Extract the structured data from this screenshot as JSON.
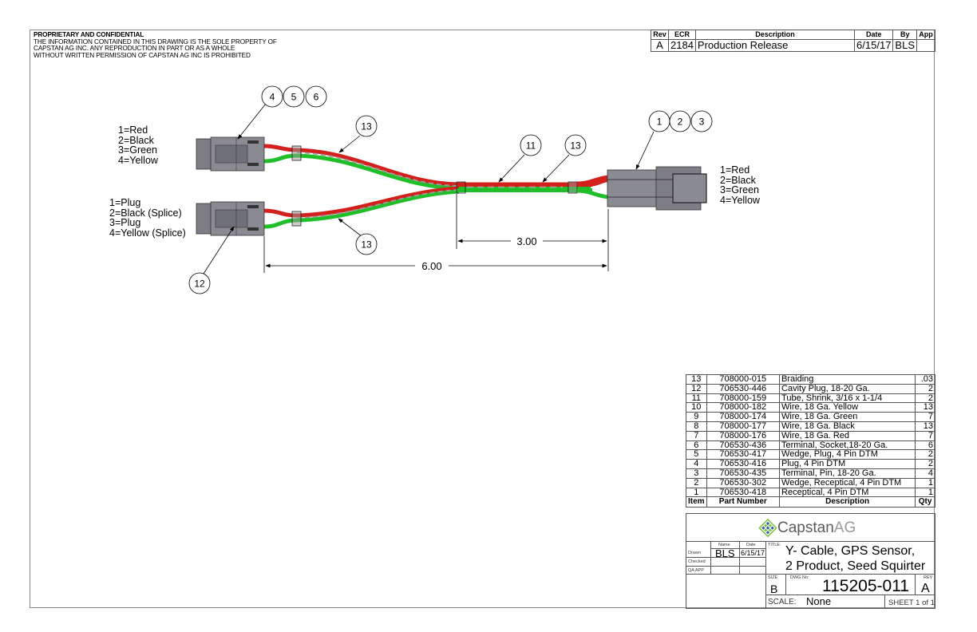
{
  "confidentiality": {
    "heading": "PROPRIETARY AND CONFIDENTIAL",
    "lines": [
      "THE INFORMATION CONTAINED IN THIS DRAWING IS THE SOLE PROPERTY OF",
      "CAPSTAN AG INC. ANY REPRODUCTION IN PART OR AS A WHOLE",
      "WITHOUT WRITTEN PERMISSION OF CAPSTAN AG INC IS PROHIBITED"
    ]
  },
  "revision_table": {
    "headers": [
      "Rev",
      "ECR",
      "Description",
      "Date",
      "By",
      "App"
    ],
    "rows": [
      {
        "rev": "A",
        "ecr": "2184",
        "description": "Production Release",
        "date": "6/15/17",
        "by": "BLS",
        "app": ""
      }
    ]
  },
  "drawing": {
    "left_top_pinout": [
      "1=Red",
      "2=Black",
      "3=Green",
      "4=Yellow"
    ],
    "left_bottom_pinout": [
      "1=Plug",
      "2=Black (Splice)",
      "3=Plug",
      "4=Yellow (Splice)"
    ],
    "right_pinout": [
      "1=Red",
      "2=Black",
      "3=Green",
      "4=Yellow"
    ],
    "balloons": {
      "top_left_group": [
        "4",
        "5",
        "6"
      ],
      "right_group": [
        "1",
        "2",
        "3"
      ],
      "braid_top": "13",
      "braid_bottom": "13",
      "tube": "11",
      "braid_main": "13",
      "cavity_plug": "12"
    },
    "dimensions": {
      "short": "3.00",
      "long": "6.00"
    },
    "colors": {
      "red_wire": "#d4201c",
      "green_wire": "#1fbf2a",
      "connector": "#7d7d85",
      "connector_dark": "#55555c"
    }
  },
  "bom": {
    "headers": [
      "Item",
      "Part Number",
      "Description",
      "Qty"
    ],
    "rows": [
      {
        "item": "13",
        "part": "708000-015",
        "desc": "Braiding",
        "qty": ".03"
      },
      {
        "item": "12",
        "part": "706530-446",
        "desc": "Cavity Plug, 18-20 Ga.",
        "qty": "2"
      },
      {
        "item": "11",
        "part": "708000-159",
        "desc": "Tube, Shrink, 3/16 x 1-1/4",
        "qty": "2"
      },
      {
        "item": "10",
        "part": "708000-182",
        "desc": "Wire, 18 Ga. Yellow",
        "qty": "13"
      },
      {
        "item": "9",
        "part": "708000-174",
        "desc": "Wire, 18 Ga. Green",
        "qty": "7"
      },
      {
        "item": "8",
        "part": "708000-177",
        "desc": "Wire, 18 Ga. Black",
        "qty": "13"
      },
      {
        "item": "7",
        "part": "708000-176",
        "desc": "Wire, 18 Ga. Red",
        "qty": "7"
      },
      {
        "item": "6",
        "part": "706530-436",
        "desc": "Terminal, Socket,18-20 Ga.",
        "qty": "6"
      },
      {
        "item": "5",
        "part": "706530-417",
        "desc": "Wedge, Plug, 4 Pin DTM",
        "qty": "2"
      },
      {
        "item": "4",
        "part": "706530-416",
        "desc": "Plug, 4 Pin DTM",
        "qty": "2"
      },
      {
        "item": "3",
        "part": "706530-435",
        "desc": "Terminal, Pin, 18-20 Ga.",
        "qty": "4"
      },
      {
        "item": "2",
        "part": "706530-302",
        "desc": "Wedge, Receptical, 4 Pin DTM",
        "qty": "1"
      },
      {
        "item": "1",
        "part": "706530-418",
        "desc": "Receptical, 4 Pin DTM",
        "qty": "1"
      }
    ]
  },
  "title_block": {
    "logo": {
      "name_main": "Capstan",
      "name_suffix": "AG",
      "colors": {
        "green": "#7cbf3a",
        "blue": "#2a5aa8",
        "text": "#5a5a5a",
        "suffix": "#9a9a9a"
      }
    },
    "name_label": "Name",
    "date_label": "Date",
    "drawn_label": "Drawn",
    "checked_label": "Checked",
    "qa_label": "QA APP",
    "drawn_name": "BLS",
    "drawn_date": "6/15/17",
    "title_label": "TITLE:",
    "title_line1": "Y- Cable, GPS Sensor,",
    "title_line2": "2 Product, Seed Squirter",
    "size_label": "SIZE",
    "size": "B",
    "dwg_label": "DWG No:",
    "dwg_no": "115205-011",
    "rev_label": "REV",
    "rev": "A",
    "scale_label": "SCALE:",
    "scale": "None",
    "sheet": "SHEET 1 of 1"
  }
}
